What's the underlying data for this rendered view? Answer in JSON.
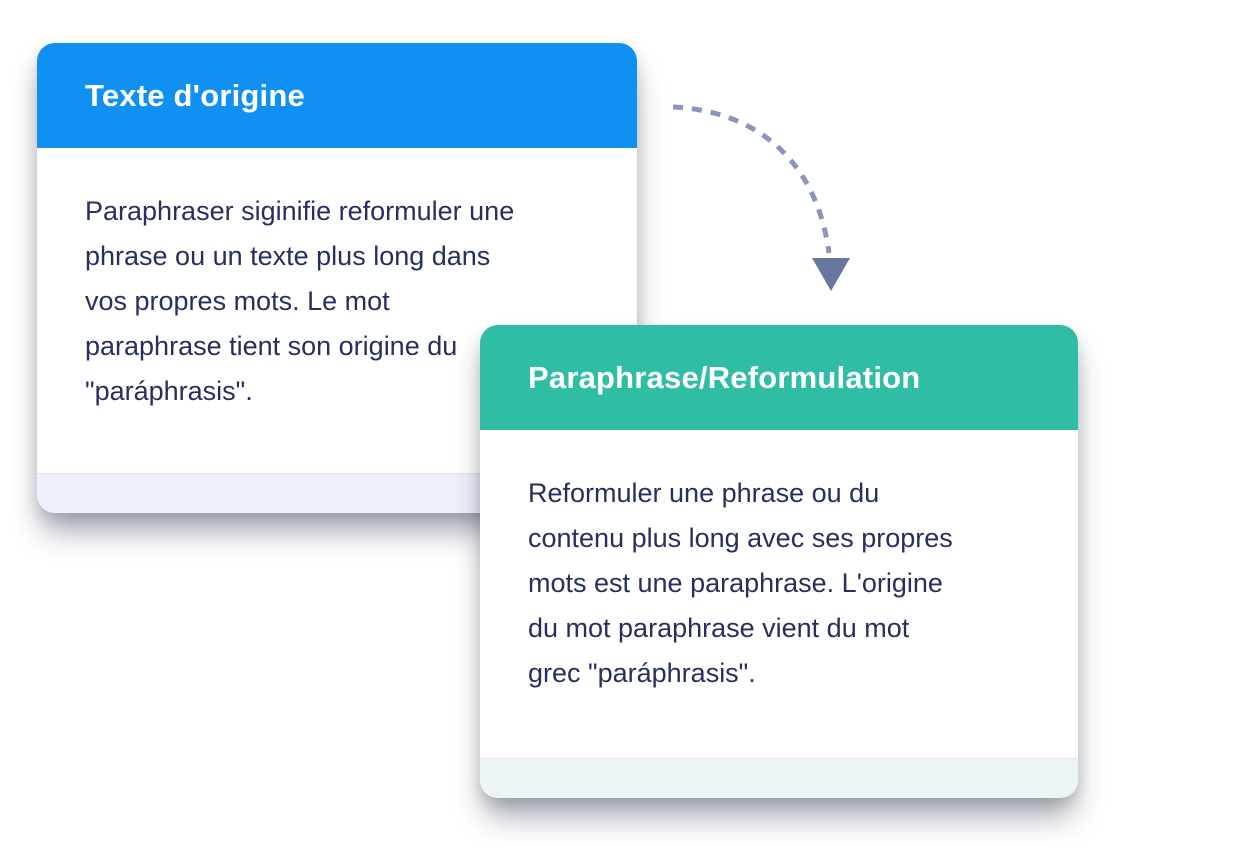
{
  "page": {
    "background_color": "#ffffff",
    "description_kind": "paraphrase-comparison-illustration"
  },
  "cards": [
    {
      "id": "original",
      "title": "Texte d'origine",
      "header_color": "#1190F4",
      "title_color": "#ffffff",
      "body_text_color": "#272F62",
      "footer_color": "#EEF1FA",
      "lines": [
        "Paraphraser siginifie reformuler une",
        "phrase ou un texte plus long dans",
        "vos propres mots. Le mot",
        "paraphrase tient son origine du",
        "\"paráphrasis\"."
      ]
    },
    {
      "id": "paraphrase",
      "title": "Paraphrase/Reformulation",
      "header_color": "#2FBDA6",
      "title_color": "#ffffff",
      "body_text_color": "#272F62",
      "footer_color": "#EBF5F6",
      "lines": [
        "Reformuler une phrase ou du",
        "contenu plus long avec ses propres",
        "mots est une paraphrase. L'origine",
        "du mot paraphrase vient du mot",
        "grec \"paráphrasis\"."
      ]
    }
  ],
  "arrow": {
    "kind": "dashed-curved-arrow-down",
    "dash_color": "#8A94BC",
    "head_color": "#68779F"
  }
}
